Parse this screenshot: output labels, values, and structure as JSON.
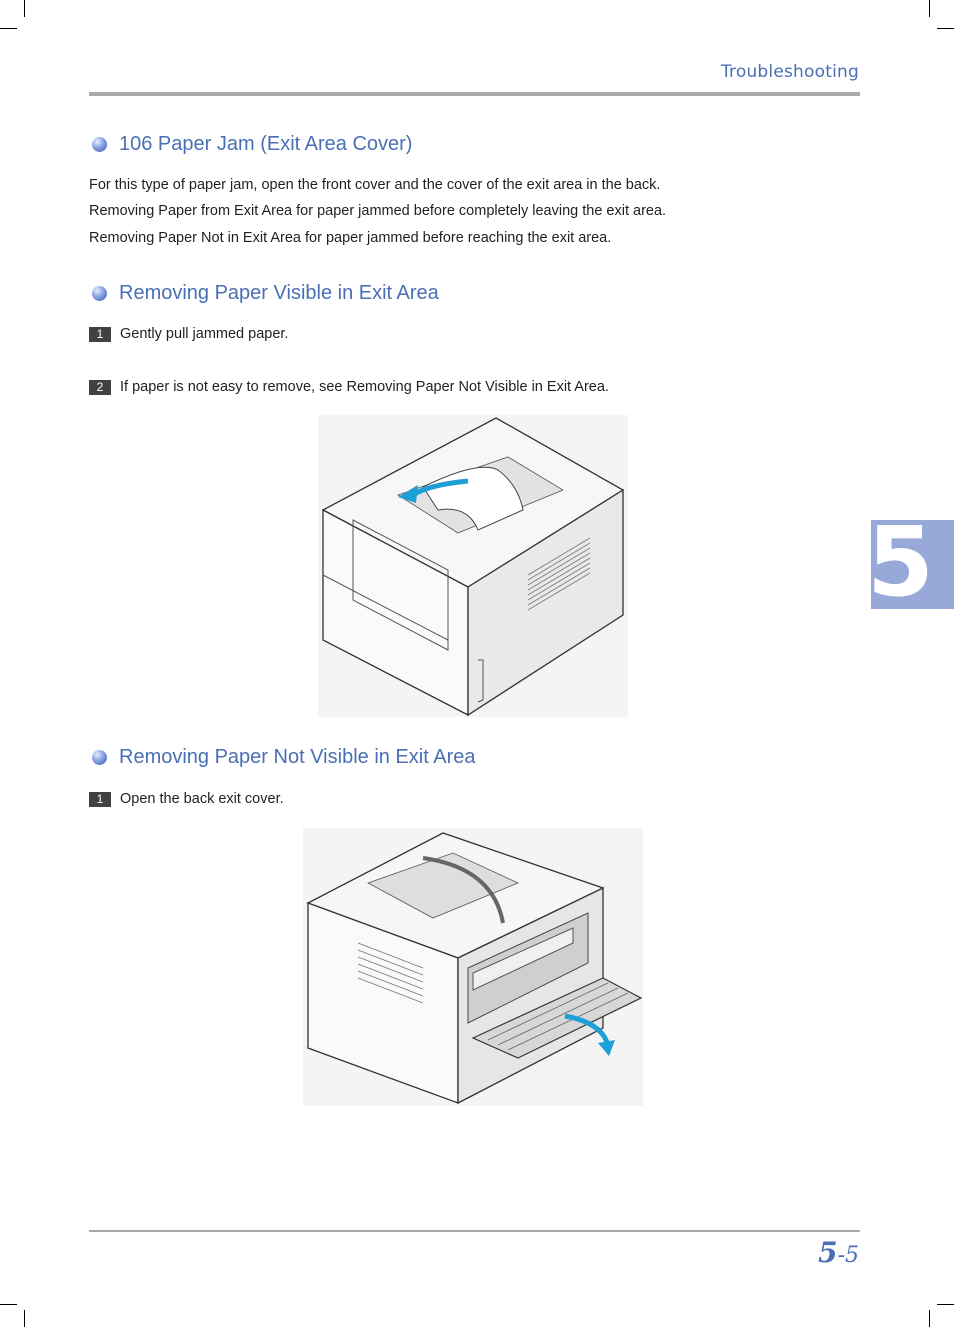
{
  "header": {
    "title": "Troubleshooting"
  },
  "sections": {
    "jam": {
      "heading": "106 Paper Jam (Exit Area Cover)",
      "paragraphs": [
        "For this type of paper jam, open the front cover and the cover of the exit area in the back.",
        "Removing Paper from Exit Area for paper jammed before completely leaving the exit area.",
        "Removing Paper Not in Exit Area for paper jammed before reaching the exit area."
      ]
    },
    "visible": {
      "heading": "Removing Paper Visible in Exit Area",
      "steps": [
        {
          "num": "1",
          "text": "Gently pull jammed paper."
        },
        {
          "num": "2",
          "text": "If paper is not easy to remove, see Removing Paper Not Visible in Exit Area."
        }
      ]
    },
    "not_visible": {
      "heading": "Removing Paper Not Visible in Exit Area",
      "steps": [
        {
          "num": "1",
          "text": "Open the back exit cover."
        }
      ]
    }
  },
  "chapter_tab": {
    "number": "5",
    "color": "#97a8d9"
  },
  "footer": {
    "chapter": "5",
    "separator": "-",
    "page": "5"
  },
  "colors": {
    "accent": "#4a6fb5",
    "arrow": "#1e9fd6"
  }
}
